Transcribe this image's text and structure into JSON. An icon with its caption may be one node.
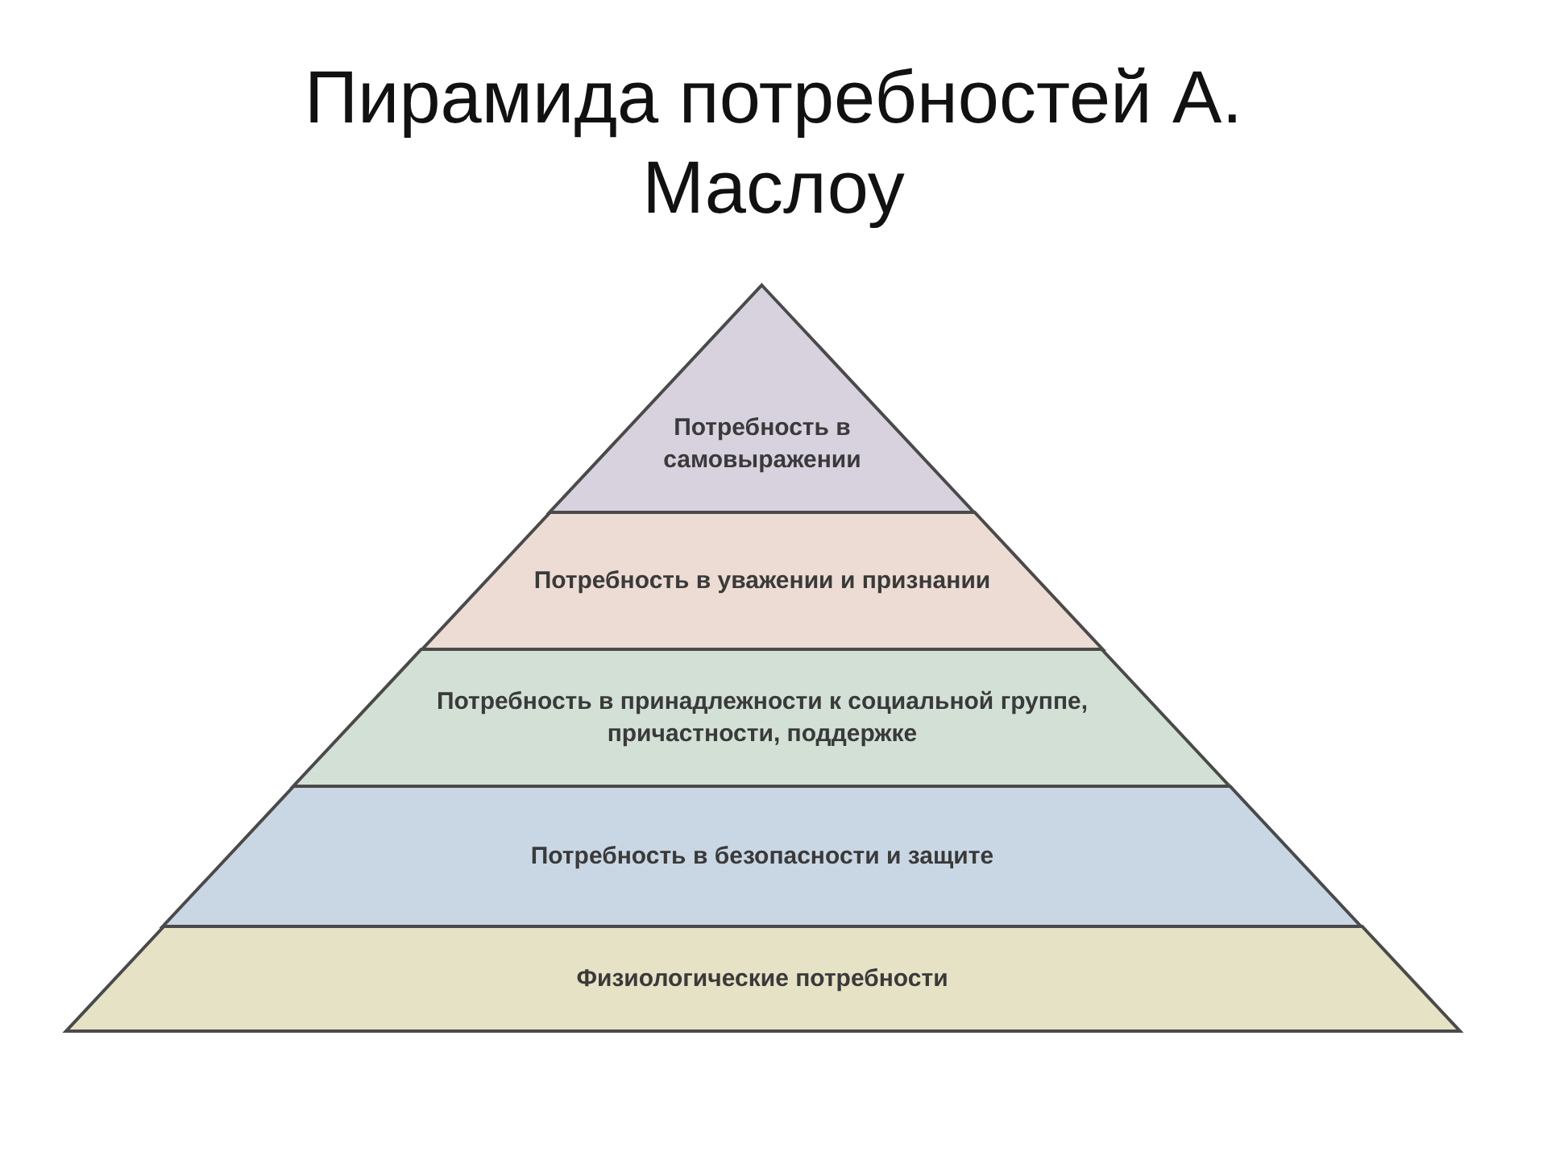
{
  "diagram": {
    "title": "Пирамида потребностей А. Маслоу",
    "nodes": [
      {
        "text": [
          "Потребность в самовыражении"
        ]
      },
      {
        "text": [
          "Потребность в уважении и признании"
        ]
      },
      {
        "text": [
          "Потребность в принадлежности к социальной группе, причастности, поддержке"
        ]
      },
      {
        "text": [
          "Потребность в безопасности и защите"
        ]
      },
      {
        "text": [
          "Физиологические потребности"
        ]
      }
    ]
  }
}
